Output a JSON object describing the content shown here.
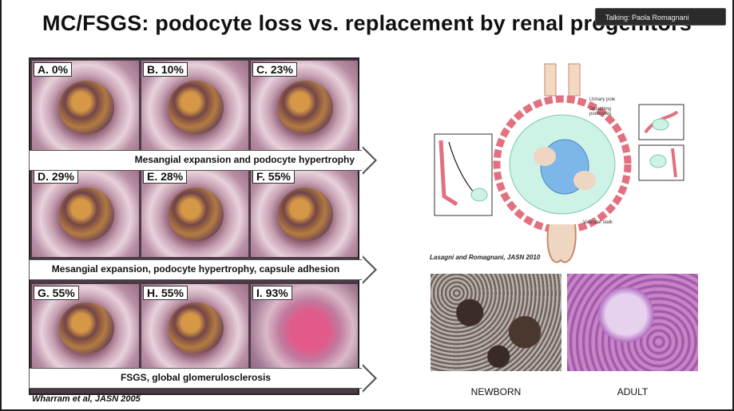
{
  "speaker": {
    "label": "Talking: Paola Romagnani"
  },
  "slide": {
    "title": "MC/FSGS: podocyte loss vs. replacement by renal progenitors",
    "micrographs": [
      {
        "label": "A. 0%"
      },
      {
        "label": "B. 10%"
      },
      {
        "label": "C. 23%"
      },
      {
        "label": "D. 29%"
      },
      {
        "label": "E. 28%"
      },
      {
        "label": "F. 55%"
      },
      {
        "label": "G. 55%"
      },
      {
        "label": "H. 55%"
      },
      {
        "label": "I. 93%"
      }
    ],
    "banners": [
      "Mesangial expansion and podocyte hypertrophy",
      "Mesangial expansion, podocyte hypertrophy, capsule adhesion",
      "FSGS, global glomerulosclerosis"
    ],
    "citation_left": "Wharram et al, JASN 2005",
    "diagram": {
      "labels": {
        "urinary_pole": "Urinary pole",
        "detaching": "Detaching podocytes",
        "vascular_stalk": "Vascular stalk"
      },
      "colors": {
        "parietal": "#e2707f",
        "podocyte": "#bfeee0",
        "mesangial": "#7db6e8",
        "stalk": "#efd6c2"
      }
    },
    "citation_right": "Lasagni and Romagnani, JASN 2010",
    "photos": [
      {
        "caption": "NEWBORN"
      },
      {
        "caption": "ADULT"
      }
    ]
  }
}
